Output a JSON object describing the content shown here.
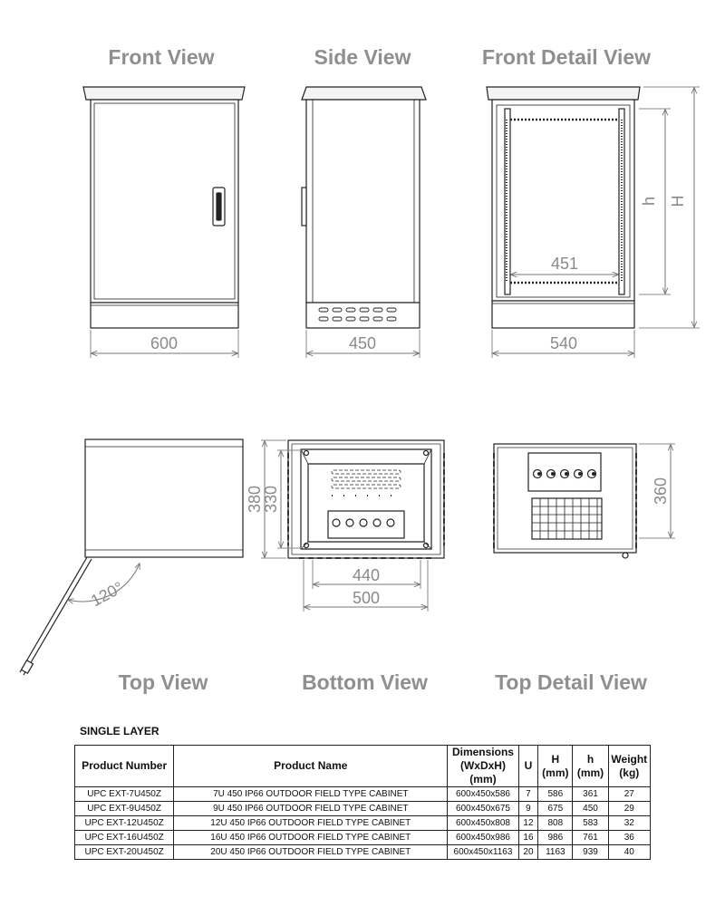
{
  "views": {
    "front": "Front View",
    "side": "Side View",
    "front_detail": "Front Detail View",
    "top": "Top View",
    "bottom": "Bottom View",
    "top_detail": "Top Detail View"
  },
  "dimensions": {
    "front_width": "600",
    "side_depth": "450",
    "detail_width": "540",
    "rail_width": "451",
    "h_label": "h",
    "H_label": "H",
    "door_angle": "120°",
    "bottom_380": "380",
    "bottom_330": "330",
    "bottom_440": "440",
    "bottom_500": "500",
    "top_360": "360"
  },
  "section": "SINGLE LAYER",
  "table": {
    "headers": [
      {
        "line1": "Product Number",
        "line2": ""
      },
      {
        "line1": "Product Name",
        "line2": ""
      },
      {
        "line1": "Dimensions",
        "line2": "(WxDxH) (mm)"
      },
      {
        "line1": "U",
        "line2": ""
      },
      {
        "line1": "H",
        "line2": "(mm)"
      },
      {
        "line1": "h",
        "line2": "(mm)"
      },
      {
        "line1": "Weight",
        "line2": "(kg)"
      }
    ],
    "rows": [
      [
        "UPC EXT-7U450Z",
        "7U 450 IP66 OUTDOOR FIELD TYPE CABINET",
        "600x450x586",
        "7",
        "586",
        "361",
        "27"
      ],
      [
        "UPC EXT-9U450Z",
        "9U 450 IP66 OUTDOOR FIELD TYPE CABINET",
        "600x450x675",
        "9",
        "675",
        "450",
        "29"
      ],
      [
        "UPC EXT-12U450Z",
        "12U 450 IP66 OUTDOOR FIELD TYPE CABINET",
        "600x450x808",
        "12",
        "808",
        "583",
        "32"
      ],
      [
        "UPC EXT-16U450Z",
        "16U 450 IP66 OUTDOOR FIELD TYPE CABINET",
        "600x450x986",
        "16",
        "986",
        "761",
        "36"
      ],
      [
        "UPC EXT-20U450Z",
        "20U 450 IP66 OUTDOOR FIELD TYPE CABINET",
        "600x450x1163",
        "20",
        "1163",
        "939",
        "40"
      ]
    ]
  }
}
